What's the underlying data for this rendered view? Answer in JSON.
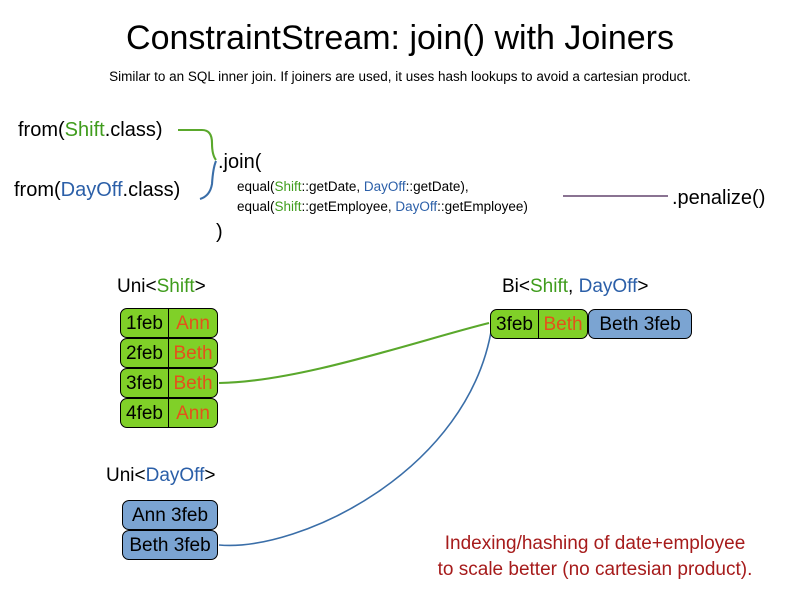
{
  "header": {
    "title": "ConstraintStream: join() with Joiners",
    "subtitle": "Similar to an SQL inner join. If joiners are used, it uses hash lookups to avoid a cartesian product."
  },
  "code": {
    "from_shift": {
      "prefix": "from(",
      "type": "Shift",
      "suffix": ".class)"
    },
    "from_dayoff": {
      "prefix": "from(",
      "type": "DayOff",
      "suffix": ".class)"
    },
    "join_open": ".join(",
    "join_close": ")",
    "joiners": [
      {
        "fn": "equal(",
        "left_type": "Shift",
        "left_ref": "::getDate, ",
        "right_type": "DayOff",
        "right_ref": "::getDate),"
      },
      {
        "fn": "equal(",
        "left_type": "Shift",
        "left_ref": "::getEmployee, ",
        "right_type": "DayOff",
        "right_ref": "::getEmployee)"
      }
    ],
    "penalize": ".penalize()"
  },
  "streams": {
    "uni_shift": {
      "label_prefix": "Uni<",
      "label_type": "Shift",
      "label_suffix": ">",
      "rows": [
        {
          "date": "1feb",
          "name": "Ann"
        },
        {
          "date": "2feb",
          "name": "Beth"
        },
        {
          "date": "3feb",
          "name": "Beth"
        },
        {
          "date": "4feb",
          "name": "Ann"
        }
      ]
    },
    "uni_dayoff": {
      "label_prefix": "Uni<",
      "label_type": "DayOff",
      "label_suffix": ">",
      "rows": [
        {
          "text": "Ann 3feb"
        },
        {
          "text": "Beth 3feb"
        }
      ]
    },
    "bi": {
      "label_prefix": "Bi<",
      "label_type_a": "Shift",
      "label_separator": ", ",
      "label_type_b": "DayOff",
      "label_suffix": ">",
      "shift": {
        "date": "3feb",
        "name": "Beth"
      },
      "dayoff": {
        "text": "Beth 3feb"
      }
    }
  },
  "caption": {
    "line1": "Indexing/hashing of date+employee",
    "line2": "to scale better (no cartesian product)."
  },
  "colors": {
    "shift_green": "#3f9c1c",
    "dayoff_blue": "#2b5fa8",
    "box_green": "#80d028",
    "box_blue": "#7ba4d2",
    "name_orange": "#e4521b",
    "caption_red": "#a61b1b",
    "penalize_line": "#7a5f82"
  }
}
